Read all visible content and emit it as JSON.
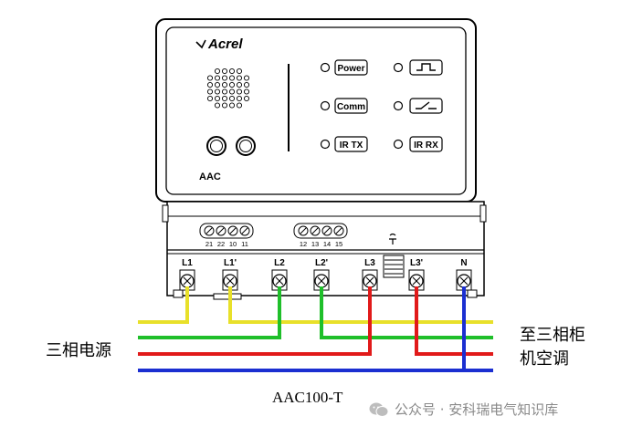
{
  "device": {
    "brand": "Acrel",
    "model_short": "AAC",
    "indicators": {
      "left": [
        "Power",
        "Comm",
        "IR TX"
      ],
      "right": [
        "pulse-icon",
        "switch-icon",
        "IR RX"
      ]
    },
    "upper_terminal_groups": [
      [
        "21",
        "22",
        "10",
        "11"
      ],
      [
        "12",
        "13",
        "14",
        "15"
      ]
    ],
    "main_terminals": [
      "L1",
      "L1'",
      "L2",
      "L2'",
      "L3",
      "L3'",
      "N"
    ]
  },
  "wires": {
    "colors": {
      "L1": "#e8e02a",
      "L2": "#1fbf2a",
      "L3": "#e11a1a",
      "N": "#1b2fd1"
    }
  },
  "labels": {
    "left_source": "三相电源",
    "right_dest_line1": "至三相柜",
    "right_dest_line2": "机空调",
    "caption": "AAC100-T",
    "watermark": "公众号 · 安科瑞电气知识库"
  }
}
